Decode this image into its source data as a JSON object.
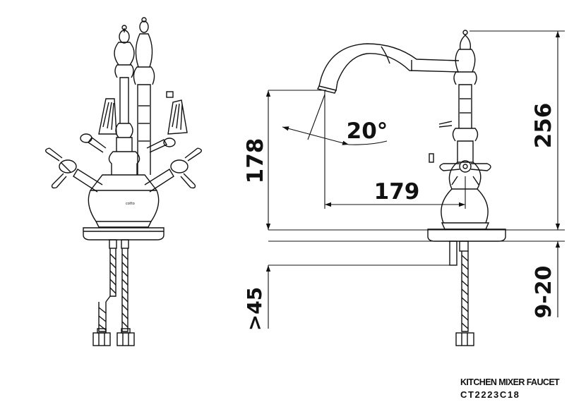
{
  "dimensions": {
    "height_total": "256",
    "height_spout": "178",
    "reach": "179",
    "angle": "20°",
    "deck_thickness": "9-20",
    "hole_diameter": ">45"
  },
  "caption": {
    "product_name": "KITCHEN MIXER FAUCET",
    "model_code": "CT2223C18"
  },
  "colors": {
    "line": "#111111",
    "background": "#ffffff"
  }
}
